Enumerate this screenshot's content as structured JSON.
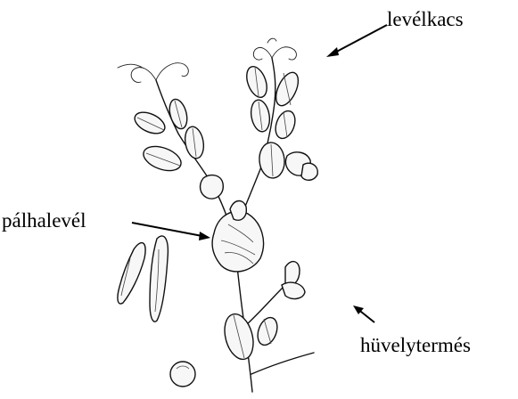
{
  "labels": {
    "tendril": "levélkacs",
    "stipule": "pálhalevél",
    "pod": "hüvelytermés"
  }
}
